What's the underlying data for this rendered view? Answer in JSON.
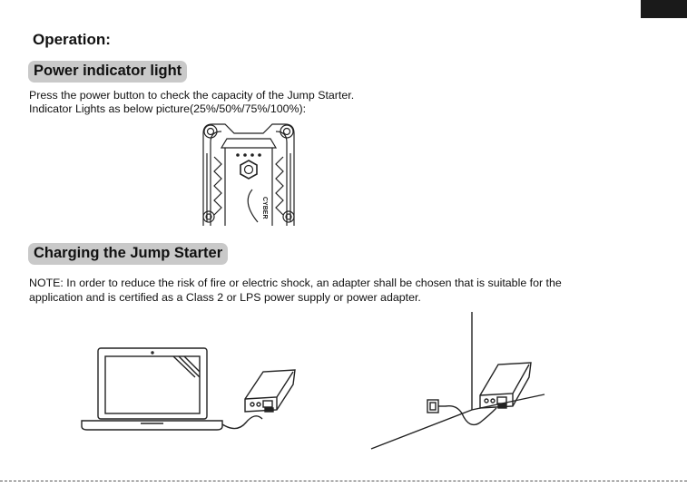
{
  "page": {
    "heading": "Operation:",
    "sections": [
      {
        "title": "Power indicator light",
        "lines": [
          "Press the power button to check the capacity of the Jump Starter.",
          "Indicator Lights as below picture(25%/50%/75%/100%):"
        ]
      },
      {
        "title": "Charging the Jump Starter",
        "lines": [
          "NOTE: In order to reduce the risk of fire or electric shock, an adapter shall be chosen that is suitable for the",
          "application and is certified as a Class 2 or LPS power supply or power adapter."
        ]
      }
    ],
    "device_logo_text": "CYBER"
  },
  "illustrations": {
    "starter": "jump-starter-front-illustration",
    "laptop": "laptop-charging-illustration",
    "wall": "wall-outlet-charging-illustration"
  },
  "colors": {
    "pill_bg": "#c9c9c9",
    "ink": "#111111",
    "tab": "#1a1a1a"
  }
}
